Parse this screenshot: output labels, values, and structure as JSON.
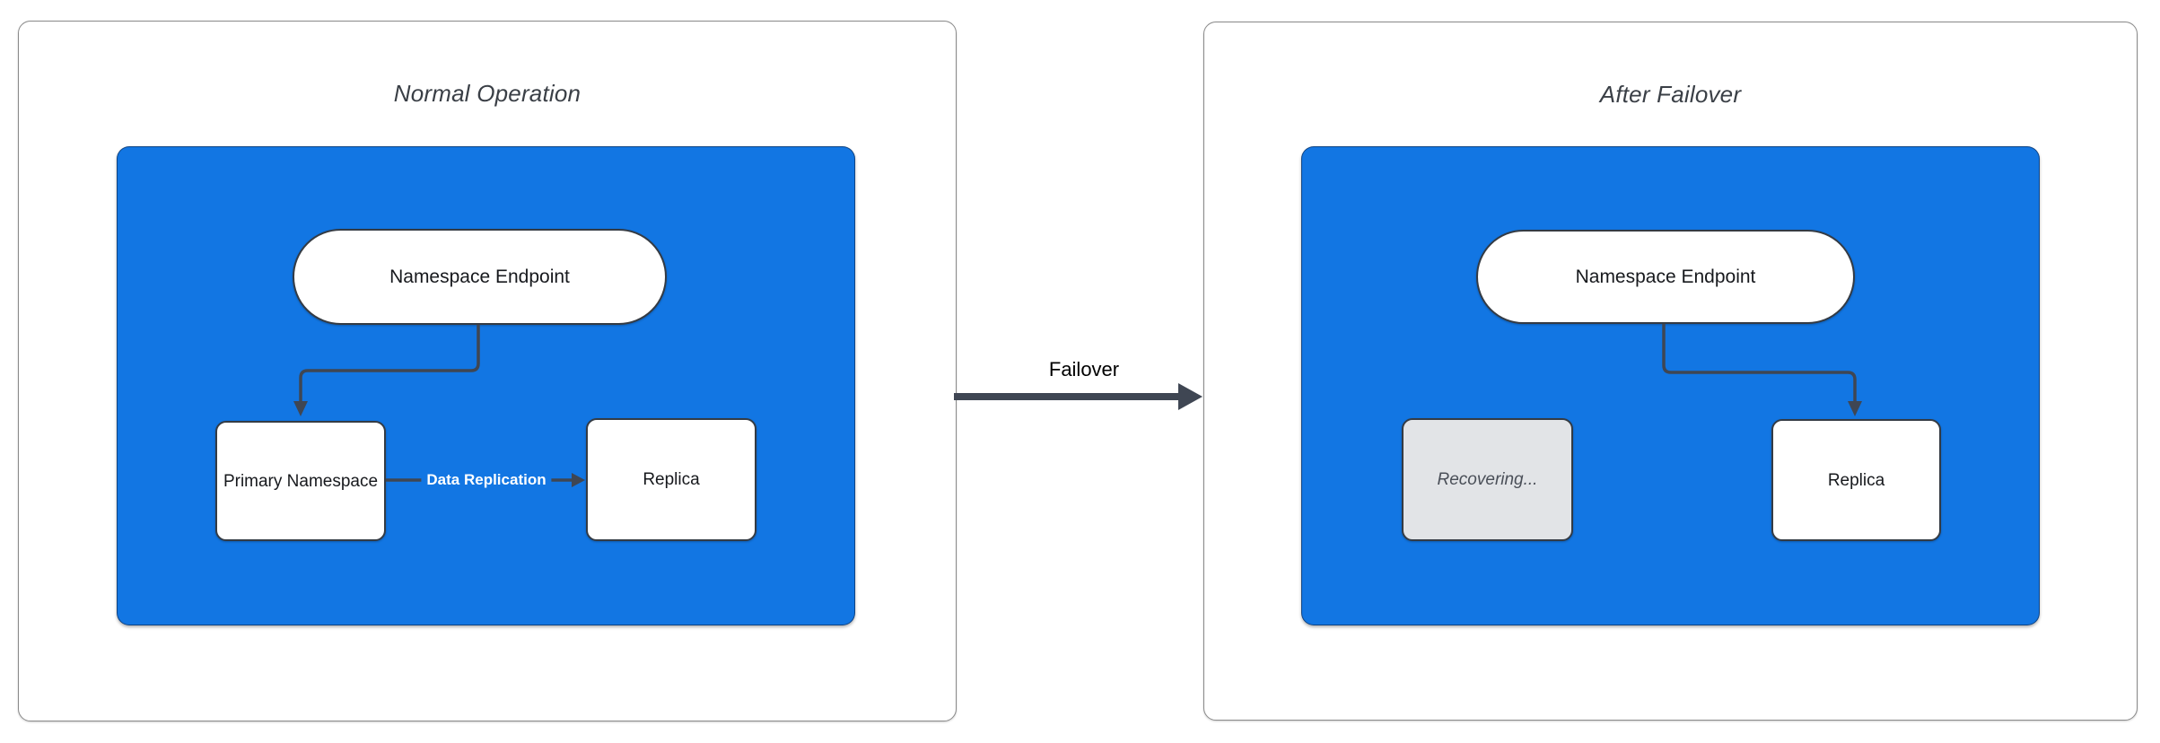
{
  "diagram": {
    "left_panel": {
      "title": "Normal Operation",
      "endpoint_label": "Namespace Endpoint",
      "primary_label": "Primary Namespace",
      "replica_label": "Replica",
      "replication_edge_label": "Data Replication"
    },
    "right_panel": {
      "title": "After Failover",
      "endpoint_label": "Namespace Endpoint",
      "recovering_label": "Recovering...",
      "replica_label": "Replica"
    },
    "failover_edge_label": "Failover",
    "colors": {
      "container_blue": "#1276E3",
      "node_border": "#343B44",
      "arrow_color": "#3F4653",
      "recovering_fill": "#E2E4E7",
      "title_color": "#3A3F46",
      "node_text": "#17191D",
      "panel_border": "#8A8A8A"
    }
  }
}
